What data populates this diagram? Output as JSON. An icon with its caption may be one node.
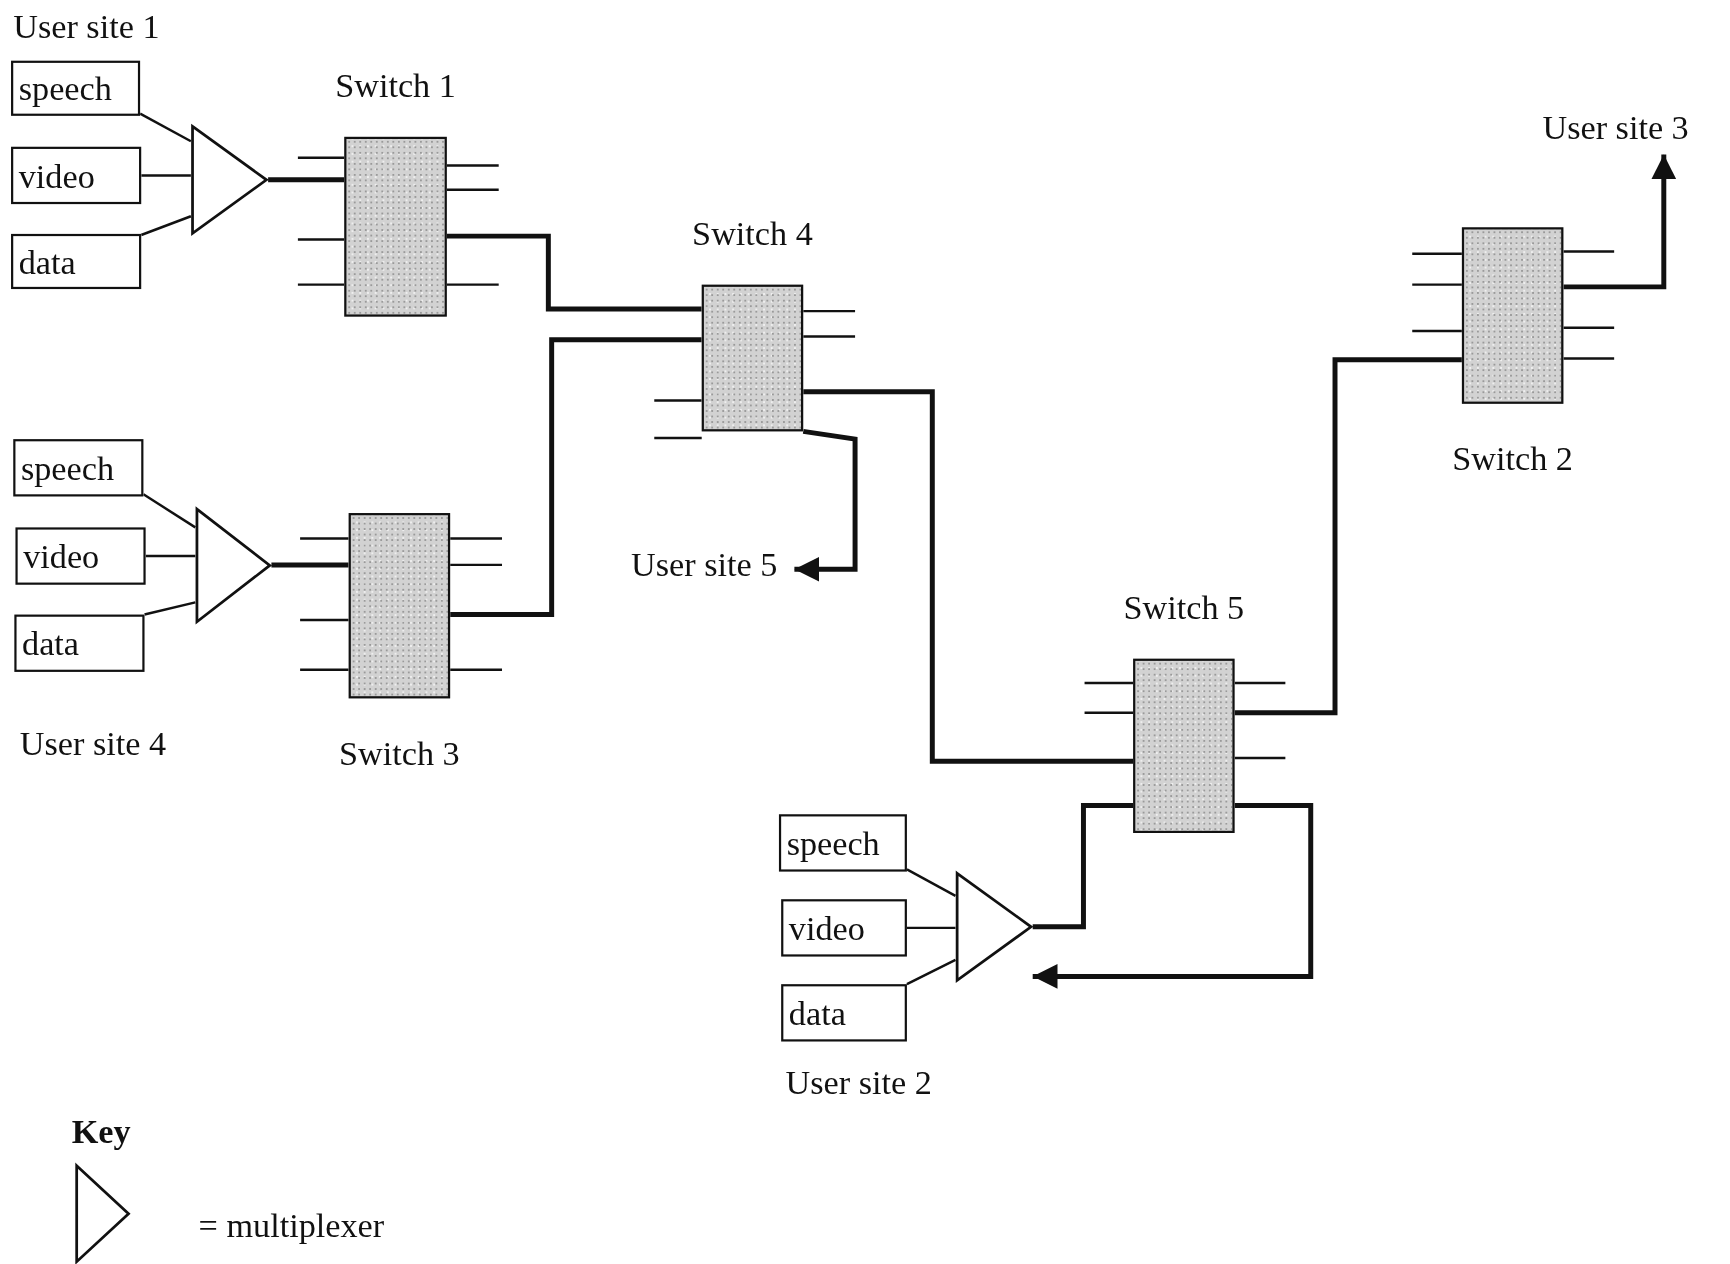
{
  "diagram": {
    "nodes": [
      {
        "text": [
          "speech"
        ]
      },
      {
        "text": [
          "video"
        ]
      },
      {
        "text": [
          "data"
        ]
      },
      {
        "text": [],
        "shape": "triangle"
      },
      {
        "text": [
          "Switch 1"
        ]
      },
      {
        "text": [
          "Switch 4"
        ]
      },
      {
        "text": [
          "Switch 2"
        ]
      },
      {
        "text": [
          "User site 3"
        ]
      },
      {
        "text": [
          "speech"
        ]
      },
      {
        "text": [
          "video"
        ]
      },
      {
        "text": [
          "data"
        ]
      },
      {
        "text": [],
        "shape": "triangle"
      },
      {
        "text": [
          "Switch 3"
        ]
      },
      {
        "text": [
          "User site 5"
        ]
      },
      {
        "text": [
          "Switch 5"
        ]
      },
      {
        "text": [
          "speech"
        ]
      },
      {
        "text": [
          "video"
        ]
      },
      {
        "text": [
          "data"
        ]
      },
      {
        "text": [],
        "shape": "triangle"
      }
    ],
    "edges": [
      {
        "from": 0,
        "to": 3,
        "arrow": "none"
      },
      {
        "from": 1,
        "to": 3,
        "arrow": "none"
      },
      {
        "from": 2,
        "to": 3,
        "arrow": "none"
      },
      {
        "from": 3,
        "to": 4,
        "arrow": "none"
      },
      {
        "from": 4,
        "to": 5,
        "arrow": "none"
      },
      {
        "from": 8,
        "to": 11,
        "arrow": "none"
      },
      {
        "from": 9,
        "to": 11,
        "arrow": "none"
      },
      {
        "from": 10,
        "to": 11,
        "arrow": "none"
      },
      {
        "from": 11,
        "to": 12,
        "arrow": "none"
      },
      {
        "from": 12,
        "to": 5,
        "arrow": "none"
      },
      {
        "from": 5,
        "to": 13,
        "arrow": "to"
      },
      {
        "from": 5,
        "to": 14,
        "arrow": "none"
      },
      {
        "from": 14,
        "to": 6,
        "arrow": "none"
      },
      {
        "from": 6,
        "to": 7,
        "arrow": "to"
      },
      {
        "from": 15,
        "to": 18,
        "arrow": "none"
      },
      {
        "from": 16,
        "to": 18,
        "arrow": "none"
      },
      {
        "from": 17,
        "to": 18,
        "arrow": "none"
      },
      {
        "from": 18,
        "to": 14,
        "arrow": "none"
      },
      {
        "from": 14,
        "to": 18,
        "arrow": "to"
      }
    ],
    "labels": [
      "User site 1",
      "User site 4",
      "User site 2",
      "Key"
    ],
    "legend": [
      {
        "text": "= multiplexer"
      }
    ]
  }
}
